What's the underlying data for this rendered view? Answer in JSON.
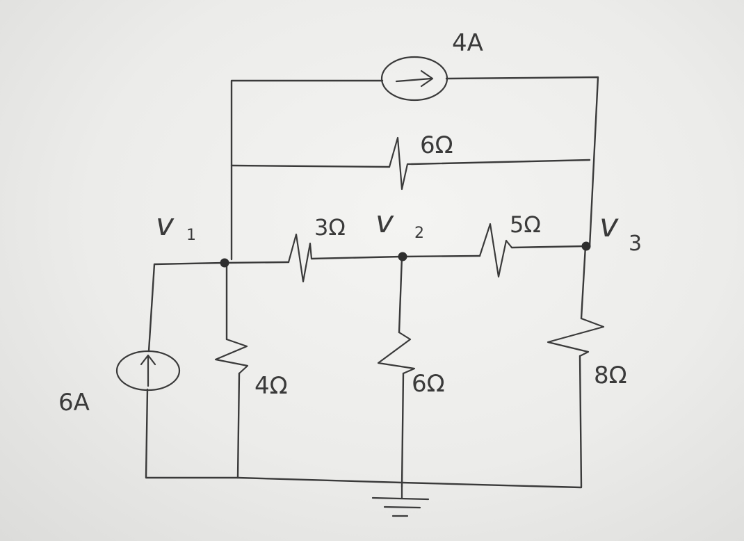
{
  "sources": {
    "top_current": "4A",
    "left_current": "6A"
  },
  "resistors": {
    "top": "6Ω",
    "mid_left": "3Ω",
    "mid_right": "5Ω",
    "left_vertical": "4Ω",
    "center_vertical": "6Ω",
    "right_vertical": "8Ω"
  },
  "nodes": {
    "n1": "v",
    "n1_sub": "1",
    "n2": "v",
    "n2_sub": "2",
    "n3": "v",
    "n3_sub": "3"
  },
  "colors": {
    "ink": "#3a3a3a",
    "paper": "#f1f1ef"
  },
  "icons": [
    "current-source-right-icon",
    "current-source-up-icon",
    "ground-icon"
  ]
}
